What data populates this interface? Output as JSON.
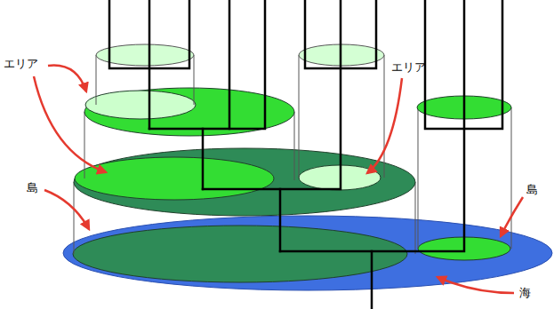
{
  "diagram": {
    "labels": [
      "エリア",
      "エリア",
      "島",
      "島",
      "海"
    ]
  }
}
